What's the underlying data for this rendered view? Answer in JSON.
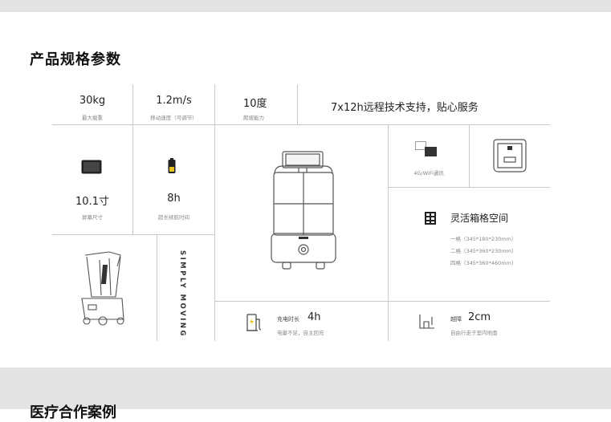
{
  "section_title": "产品规格参数",
  "next_section_title": "医疗合作案例",
  "specs": {
    "load": {
      "value": "30kg",
      "label": "最大载重"
    },
    "speed": {
      "value": "1.2m/s",
      "label": "移动速度（可调节）"
    },
    "energy": {
      "value": "10度",
      "label": "爬坡能力"
    },
    "support": {
      "value": "7x12h远程技术支持，贴心服务"
    },
    "screen": {
      "value": "10.1寸",
      "label": "屏幕尺寸"
    },
    "battery": {
      "value": "8h",
      "label": "超长续航时间"
    },
    "network": {
      "label": "4G/WiFi通讯"
    },
    "storage": {
      "title": "灵活箱格空间",
      "options": [
        "一格（345*180*230mm）",
        "二格（345*360*230mm）",
        "四格（345*360*460mm）"
      ]
    },
    "charging": {
      "label": "充电时长",
      "value": "4h",
      "sub": "电量不足，自主回充"
    },
    "obstacle": {
      "label": "越障",
      "value": "2cm",
      "sub": "自由行走于室内地面"
    },
    "slogan": "SIMPLY MOVING"
  },
  "colors": {
    "band": "#e3e3e3",
    "grid_line": "#c9c9c9",
    "text": "#222222",
    "muted": "#888888"
  }
}
